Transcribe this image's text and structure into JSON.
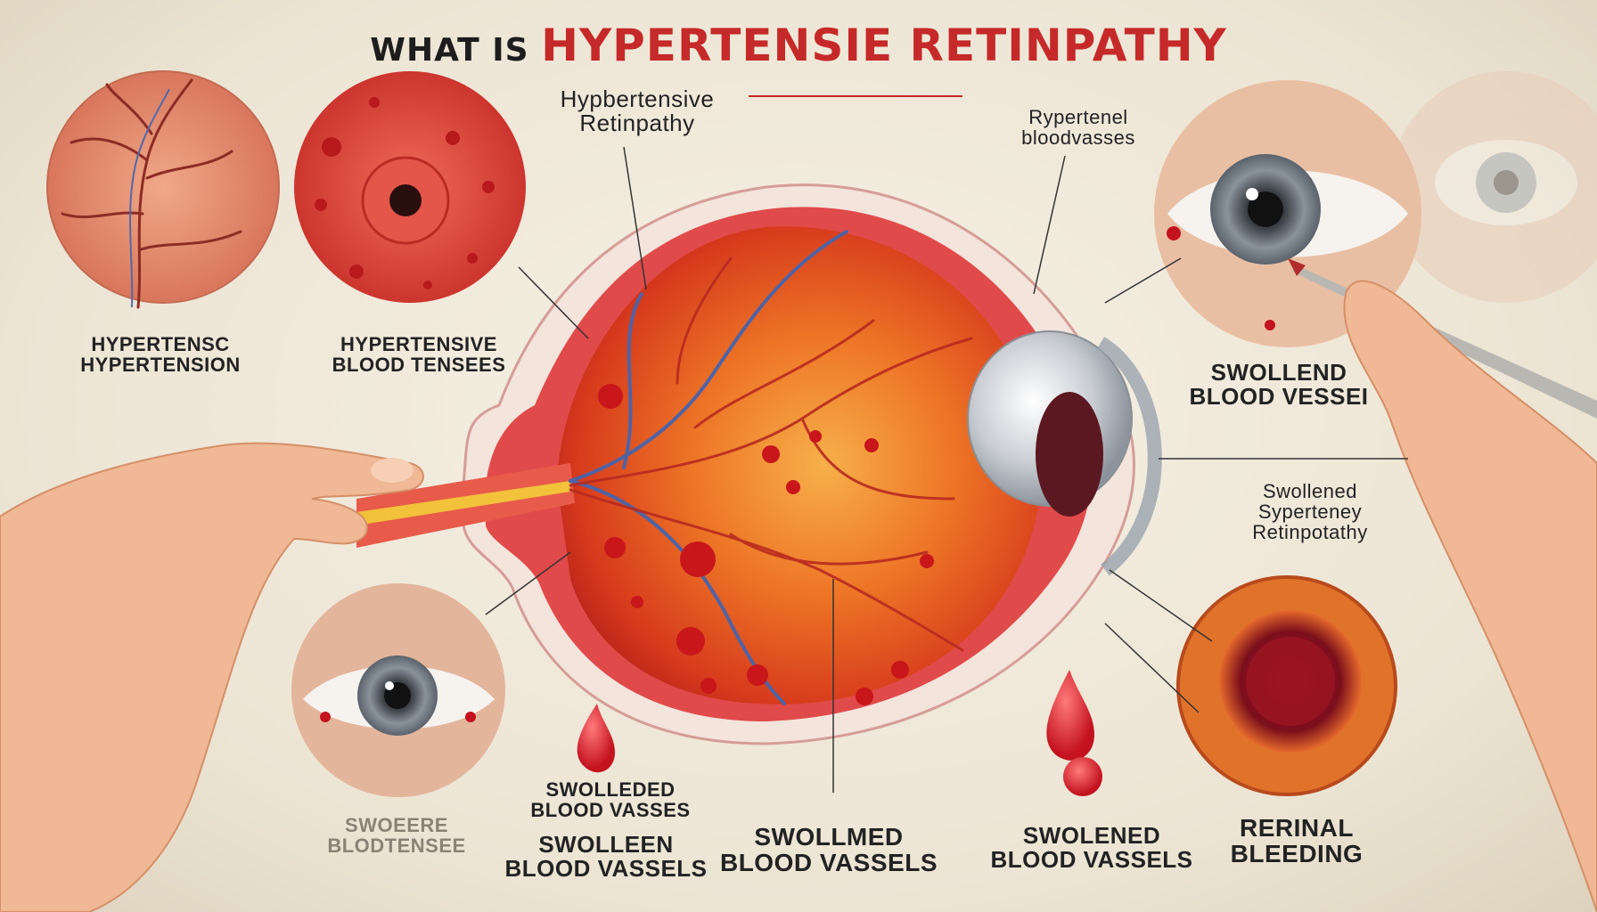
{
  "title": {
    "prefix": "WHAT IS ",
    "highlight": "HYPERTENSIE RETINPATHY"
  },
  "labels": {
    "top_center_line1": "Hypbertensive",
    "top_center_line2": "Retinpathy",
    "top_right_line1": "Rypertenel",
    "top_right_line2": "bloodvasses",
    "left_circle_1_line1": "HYPERTENSC",
    "left_circle_1_line2": "HYPERTENSION",
    "left_circle_2_line1": "HYPERTENSIVE",
    "left_circle_2_line2": "BLOOD TENSEES",
    "right_eye_line1": "SWOLLEND",
    "right_eye_line2": "BLOOD VESSEI",
    "right_mid_line1": "Swollened",
    "right_mid_line2": "Syperteney",
    "right_mid_line3": "Retinpotathy",
    "bottom_faded_line1": "SWOEERE",
    "bottom_faded_line2": "BLODTENSEE",
    "bottom_1_line1": "SWOLLEDED",
    "bottom_1_line2": "BLOOD VASSES",
    "bottom_2_line1": "SWOLLEEN",
    "bottom_2_line2": "BLOOD VASSELS",
    "bottom_3_line1": "SWOLLMED",
    "bottom_3_line2": "BLOOD VASSELS",
    "bottom_4_line1": "SWOLENED",
    "bottom_4_line2": "BLOOD VASSELS",
    "bottom_5_line1": "RERINAL",
    "bottom_5_line2": "BLEEDING"
  },
  "colors": {
    "background": "#efe9dc",
    "accent_red": "#c62929",
    "retina_orange": "#e8601e",
    "skin": "#f0b894"
  }
}
